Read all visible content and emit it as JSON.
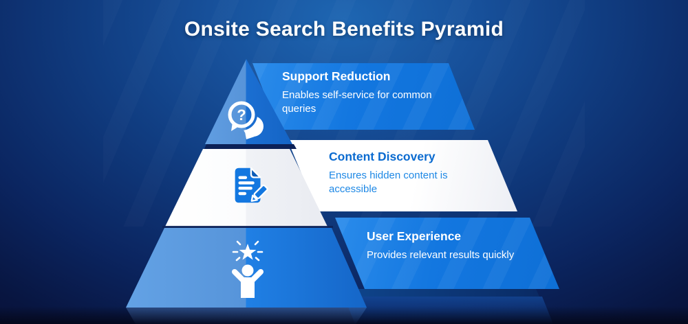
{
  "title": "Onsite Search Benefits Pyramid",
  "tiers": [
    {
      "rank": 1,
      "heading": "Support Reduction",
      "description": "Enables self-service for common queries",
      "icon": "question-chat-bubbles-icon",
      "banner_style": "blue"
    },
    {
      "rank": 2,
      "heading": "Content Discovery",
      "description": "Ensures hidden content is accessible",
      "icon": "document-edit-icon",
      "banner_style": "white"
    },
    {
      "rank": 3,
      "heading": "User Experience",
      "description": "Provides relevant results quickly",
      "icon": "celebrating-person-star-icon",
      "banner_style": "blue"
    }
  ],
  "colors": {
    "banner_blue": "#1377e0",
    "banner_white": "#ffffff",
    "pyramid_face_light": "#5794d9",
    "pyramid_face_dark": "#1566c8",
    "heading_blue": "#0b6bd0",
    "body_blue": "#1e88e5",
    "title_text": "#ffffff",
    "background_dark": "#081540",
    "background_glow": "#1e66b2"
  }
}
